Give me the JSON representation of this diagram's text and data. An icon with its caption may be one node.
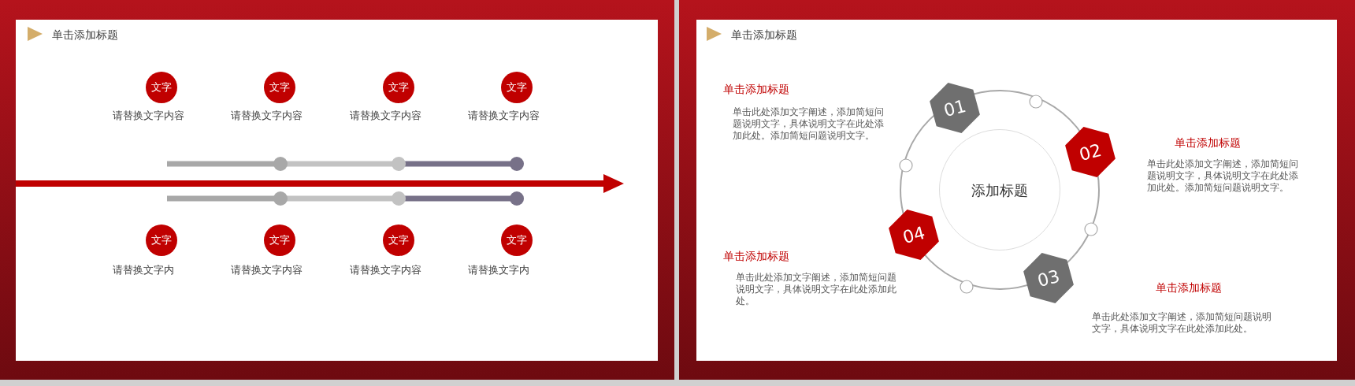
{
  "diagram": {
    "nodes": [
      {
        "text": [
          "文字"
        ],
        "beside": [
          "请替换文字内容"
        ]
      },
      {
        "text": [
          "文字"
        ],
        "beside": [
          "请替换文字内容"
        ]
      },
      {
        "text": [
          "文字"
        ],
        "beside": [
          "请替换文字内容"
        ]
      },
      {
        "text": [
          "文字"
        ],
        "beside": [
          "请替换文字内容"
        ]
      },
      {
        "text": [
          "文字"
        ],
        "beside": [
          "请替换文字内"
        ]
      },
      {
        "text": [
          "文字"
        ],
        "beside": [
          "请替换文字内容"
        ]
      },
      {
        "text": [
          "文字"
        ],
        "beside": [
          "请替换文字内容"
        ]
      },
      {
        "text": [
          "文字"
        ],
        "beside": [
          "请替换文字内"
        ]
      },
      {
        "text": [
          "01"
        ]
      },
      {
        "text": [
          "02"
        ]
      },
      {
        "text": [
          "添加标题"
        ]
      },
      {
        "text": [
          "04"
        ]
      },
      {
        "text": [
          "03"
        ]
      }
    ],
    "labels": [
      "单击添加标题",
      "单击添加标题",
      "单击添加标题",
      "单击此处添加文字阐述，添加简短问题说明文字，具体说明文字在此处添加此处。添加简短问题说明文字。",
      "单击添加标题",
      "单击此处添加文字阐述，添加简短问题说明文字，具体说明文字在此处添加此处。添加简短问题说明文字。",
      "单击添加标题",
      "单击此处添加文字阐述，添加简短问题说明文字，具体说明文字在此处添加此处。",
      "单击添加标题",
      "单击此处添加文字阐述，添加简短问题说明文字，具体说明文字在此处添加此处。"
    ]
  }
}
